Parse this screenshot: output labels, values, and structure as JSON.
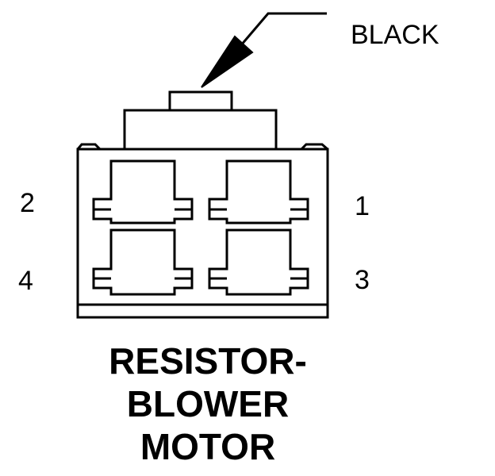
{
  "callout": {
    "label": "BLACK"
  },
  "pins": [
    {
      "number": "1"
    },
    {
      "number": "2"
    },
    {
      "number": "3"
    },
    {
      "number": "4"
    }
  ],
  "title": {
    "line1": "RESISTOR-",
    "line2": "BLOWER",
    "line3": "MOTOR"
  },
  "colors": {
    "ink": "#000000",
    "background": "#ffffff"
  }
}
